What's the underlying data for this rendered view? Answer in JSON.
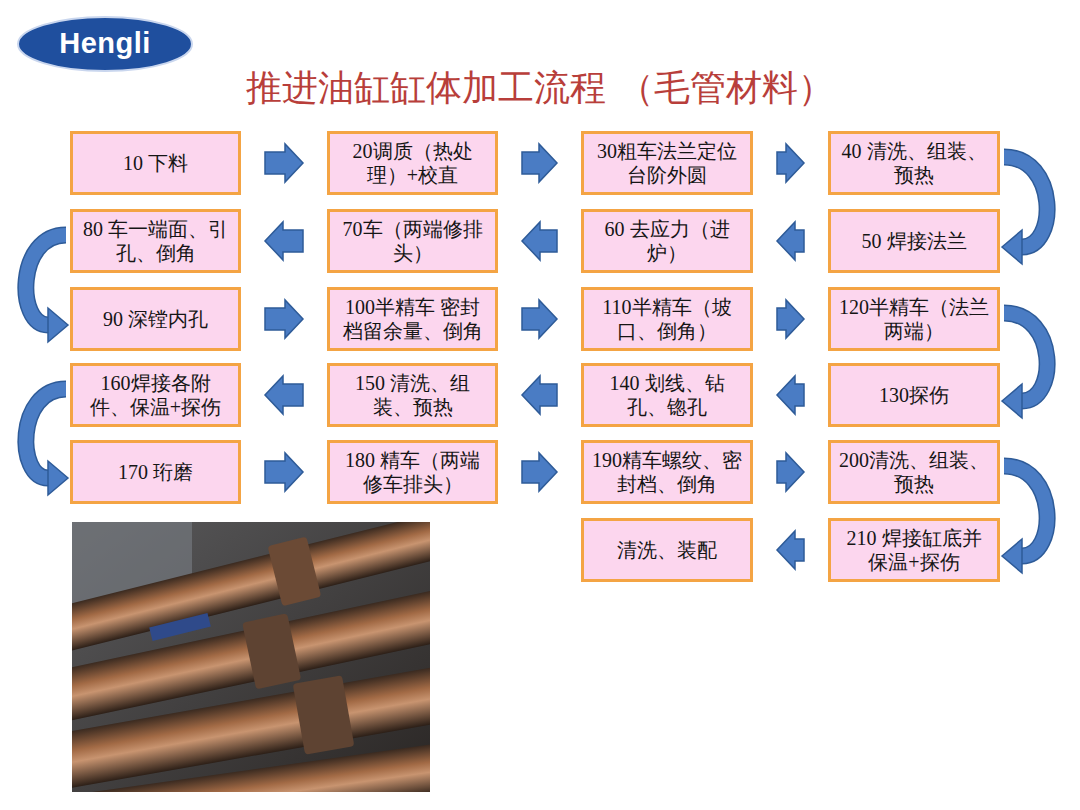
{
  "diagram": {
    "title": "推进油缸缸体加工流程 （毛管材料）",
    "nodes": [
      {
        "text": [
          "10 下料"
        ]
      },
      {
        "text": [
          "20调质（热处理）+校直"
        ]
      },
      {
        "text": [
          "30粗车法兰定位台阶外圆"
        ]
      },
      {
        "text": [
          "40 清洗、组装、预热"
        ]
      },
      {
        "text": [
          "50 焊接法兰"
        ]
      },
      {
        "text": [
          "60 去应力（进炉）"
        ]
      },
      {
        "text": [
          "70车（两端修排头）"
        ]
      },
      {
        "text": [
          "80 车一端面、引孔、倒角"
        ]
      },
      {
        "text": [
          "90 深镗内孔"
        ]
      },
      {
        "text": [
          "100半精车 密封档留余量、倒角"
        ]
      },
      {
        "text": [
          "110半精车（坡口、倒角）"
        ]
      },
      {
        "text": [
          "120半精车（法兰两端）"
        ]
      },
      {
        "text": [
          "130探伤"
        ]
      },
      {
        "text": [
          "140 划线、钻孔、锪孔"
        ]
      },
      {
        "text": [
          "150 清洗、组装、预热"
        ]
      },
      {
        "text": [
          "160焊接各附件、保温+探伤"
        ]
      },
      {
        "text": [
          "170 珩磨"
        ]
      },
      {
        "text": [
          "180 精车（两端修车排头）"
        ]
      },
      {
        "text": [
          "190精车螺纹、密封档、倒角"
        ]
      },
      {
        "text": [
          "200清洗、组装、预热"
        ]
      },
      {
        "text": [
          "210 焊接缸底并保温+探伤"
        ]
      },
      {
        "text": [
          "清洗、装配"
        ]
      }
    ],
    "edges": [
      {
        "from": 0,
        "to": 1,
        "arrow": "to"
      },
      {
        "from": 1,
        "to": 2,
        "arrow": "to"
      },
      {
        "from": 2,
        "to": 3,
        "arrow": "to"
      },
      {
        "from": 3,
        "to": 4,
        "arrow": "to"
      },
      {
        "from": 4,
        "to": 5,
        "arrow": "to"
      },
      {
        "from": 5,
        "to": 6,
        "arrow": "to"
      },
      {
        "from": 6,
        "to": 7,
        "arrow": "to"
      },
      {
        "from": 7,
        "to": 8,
        "arrow": "to"
      },
      {
        "from": 8,
        "to": 9,
        "arrow": "to"
      },
      {
        "from": 9,
        "to": 10,
        "arrow": "to"
      },
      {
        "from": 10,
        "to": 11,
        "arrow": "to"
      },
      {
        "from": 11,
        "to": 12,
        "arrow": "to"
      },
      {
        "from": 12,
        "to": 13,
        "arrow": "to"
      },
      {
        "from": 13,
        "to": 14,
        "arrow": "to"
      },
      {
        "from": 14,
        "to": 15,
        "arrow": "to"
      },
      {
        "from": 15,
        "to": 16,
        "arrow": "to"
      },
      {
        "from": 16,
        "to": 17,
        "arrow": "to"
      },
      {
        "from": 17,
        "to": 18,
        "arrow": "to"
      },
      {
        "from": 18,
        "to": 19,
        "arrow": "to"
      },
      {
        "from": 19,
        "to": 20,
        "arrow": "to"
      },
      {
        "from": 20,
        "to": 21,
        "arrow": "to"
      }
    ],
    "labels": [
      "Hengli"
    ]
  }
}
